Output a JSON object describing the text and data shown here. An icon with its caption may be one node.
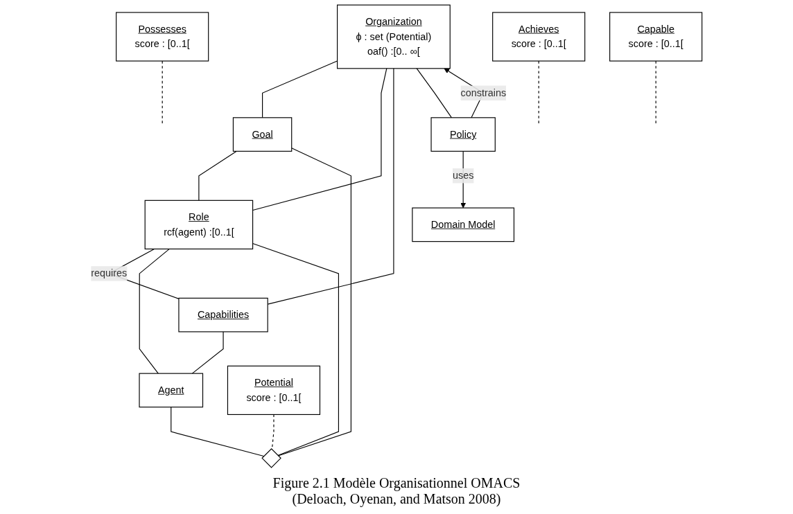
{
  "diagram": {
    "caption": "Figure 2.1 Modèle Organisationnel OMACS (Deloach, Oyenan, and Matson 2008)",
    "nodes": [
      {
        "text": [
          "Organization",
          "ϕ : set (Potential)",
          "oaf() :[0.. ∞["
        ]
      },
      {
        "text": [
          "Capabilities"
        ]
      },
      {
        "text": [
          "Domain Model"
        ]
      },
      {
        "text": [
          "Possesses",
          "score : [0..1["
        ]
      },
      {
        "text": [
          "Goal"
        ]
      },
      {
        "text": [
          "Role",
          "rcf(agent) :[0..1["
        ]
      },
      {
        "text": [
          "Agent"
        ]
      },
      {
        "text": [
          "Achieves",
          "score : [0..1["
        ]
      },
      {
        "text": [
          "Capable",
          "score : [0..1["
        ]
      },
      {
        "text": [
          "Policy"
        ]
      },
      {
        "text": [],
        "shape": "diamond"
      },
      {
        "text": [
          "Potential",
          "score : [0..1["
        ]
      }
    ],
    "edges": [
      {
        "from": 0,
        "to": 4,
        "arrow": "other"
      },
      {
        "from": 0,
        "to": 5,
        "arrow": "other"
      },
      {
        "from": 0,
        "to": 1,
        "arrow": "other"
      },
      {
        "from": 0,
        "to": 9,
        "arrow": "other"
      },
      {
        "from": 5,
        "to": 1,
        "arrow": "none",
        "label": "requires"
      },
      {
        "from": 1,
        "to": 6,
        "arrow": "none"
      },
      {
        "from": 3,
        "to": null,
        "arrow": "none",
        "style": "dashed"
      },
      {
        "from": 4,
        "to": 5,
        "arrow": "none"
      },
      {
        "from": 7,
        "to": null,
        "arrow": "none",
        "style": "dashed"
      },
      {
        "from": 5,
        "to": 6,
        "arrow": "none"
      },
      {
        "from": 8,
        "to": null,
        "arrow": "none",
        "style": "dashed"
      },
      {
        "from": 4,
        "to": 10,
        "arrow": "none"
      },
      {
        "from": 5,
        "to": 10,
        "arrow": "none"
      },
      {
        "from": 6,
        "to": 10,
        "arrow": "none"
      },
      {
        "from": 11,
        "to": 10,
        "arrow": "none",
        "style": "dashed"
      },
      {
        "from": 9,
        "to": 2,
        "arrow": "to",
        "label": "uses"
      },
      {
        "from": 9,
        "to": 0,
        "arrow": "to",
        "label": "constrains"
      }
    ]
  }
}
